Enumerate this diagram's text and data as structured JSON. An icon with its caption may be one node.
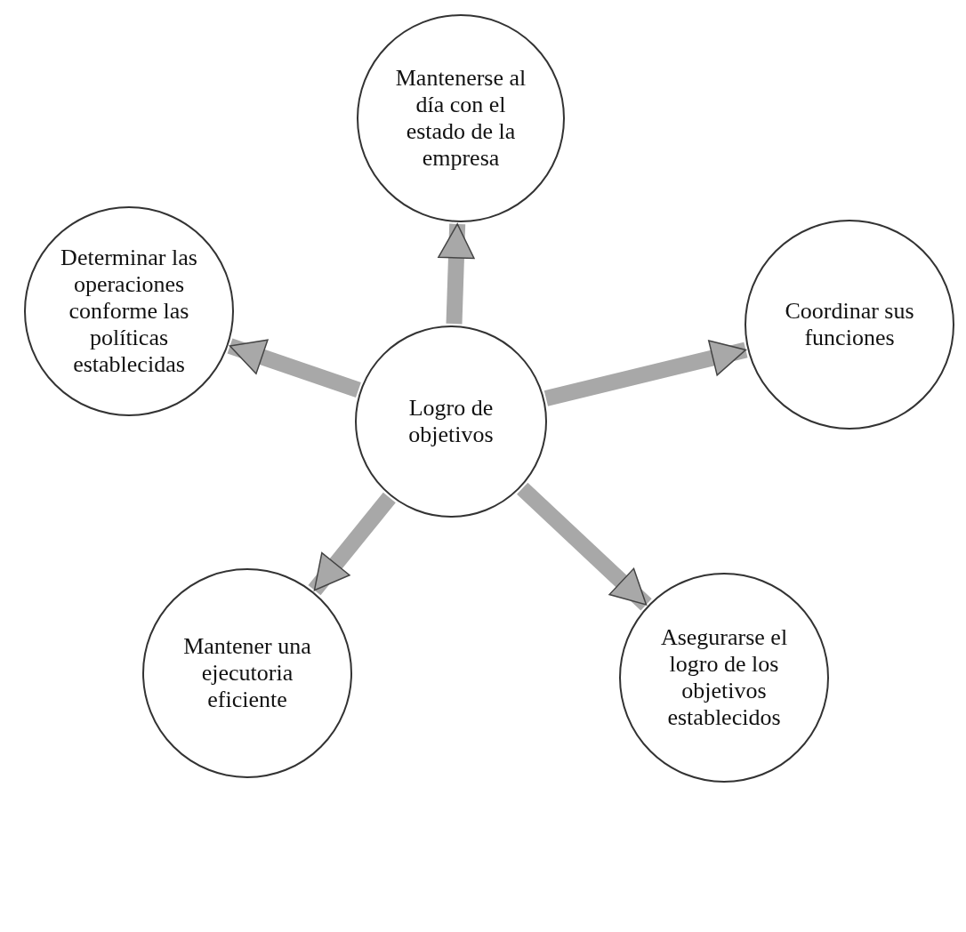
{
  "diagram": {
    "nodes": [
      {
        "text": [
          "Logro de objetivos"
        ]
      },
      {
        "text": [
          "Mantenerse al día con el estado de la empresa"
        ]
      },
      {
        "text": [
          "Coordinar sus funciones"
        ]
      },
      {
        "text": [
          "Asegurarse el logro de los objetivos establecidos"
        ]
      },
      {
        "text": [
          "Mantener una ejecutoria eficiente"
        ]
      },
      {
        "text": [
          "Determinar las operaciones conforme las políticas establecidas"
        ]
      }
    ],
    "edges": [
      {
        "from": 0,
        "to": 1,
        "arrow": "to"
      },
      {
        "from": 0,
        "to": 2,
        "arrow": "to"
      },
      {
        "from": 0,
        "to": 3,
        "arrow": "to"
      },
      {
        "from": 0,
        "to": 4,
        "arrow": "to"
      },
      {
        "from": 0,
        "to": 5,
        "arrow": "to"
      }
    ]
  }
}
